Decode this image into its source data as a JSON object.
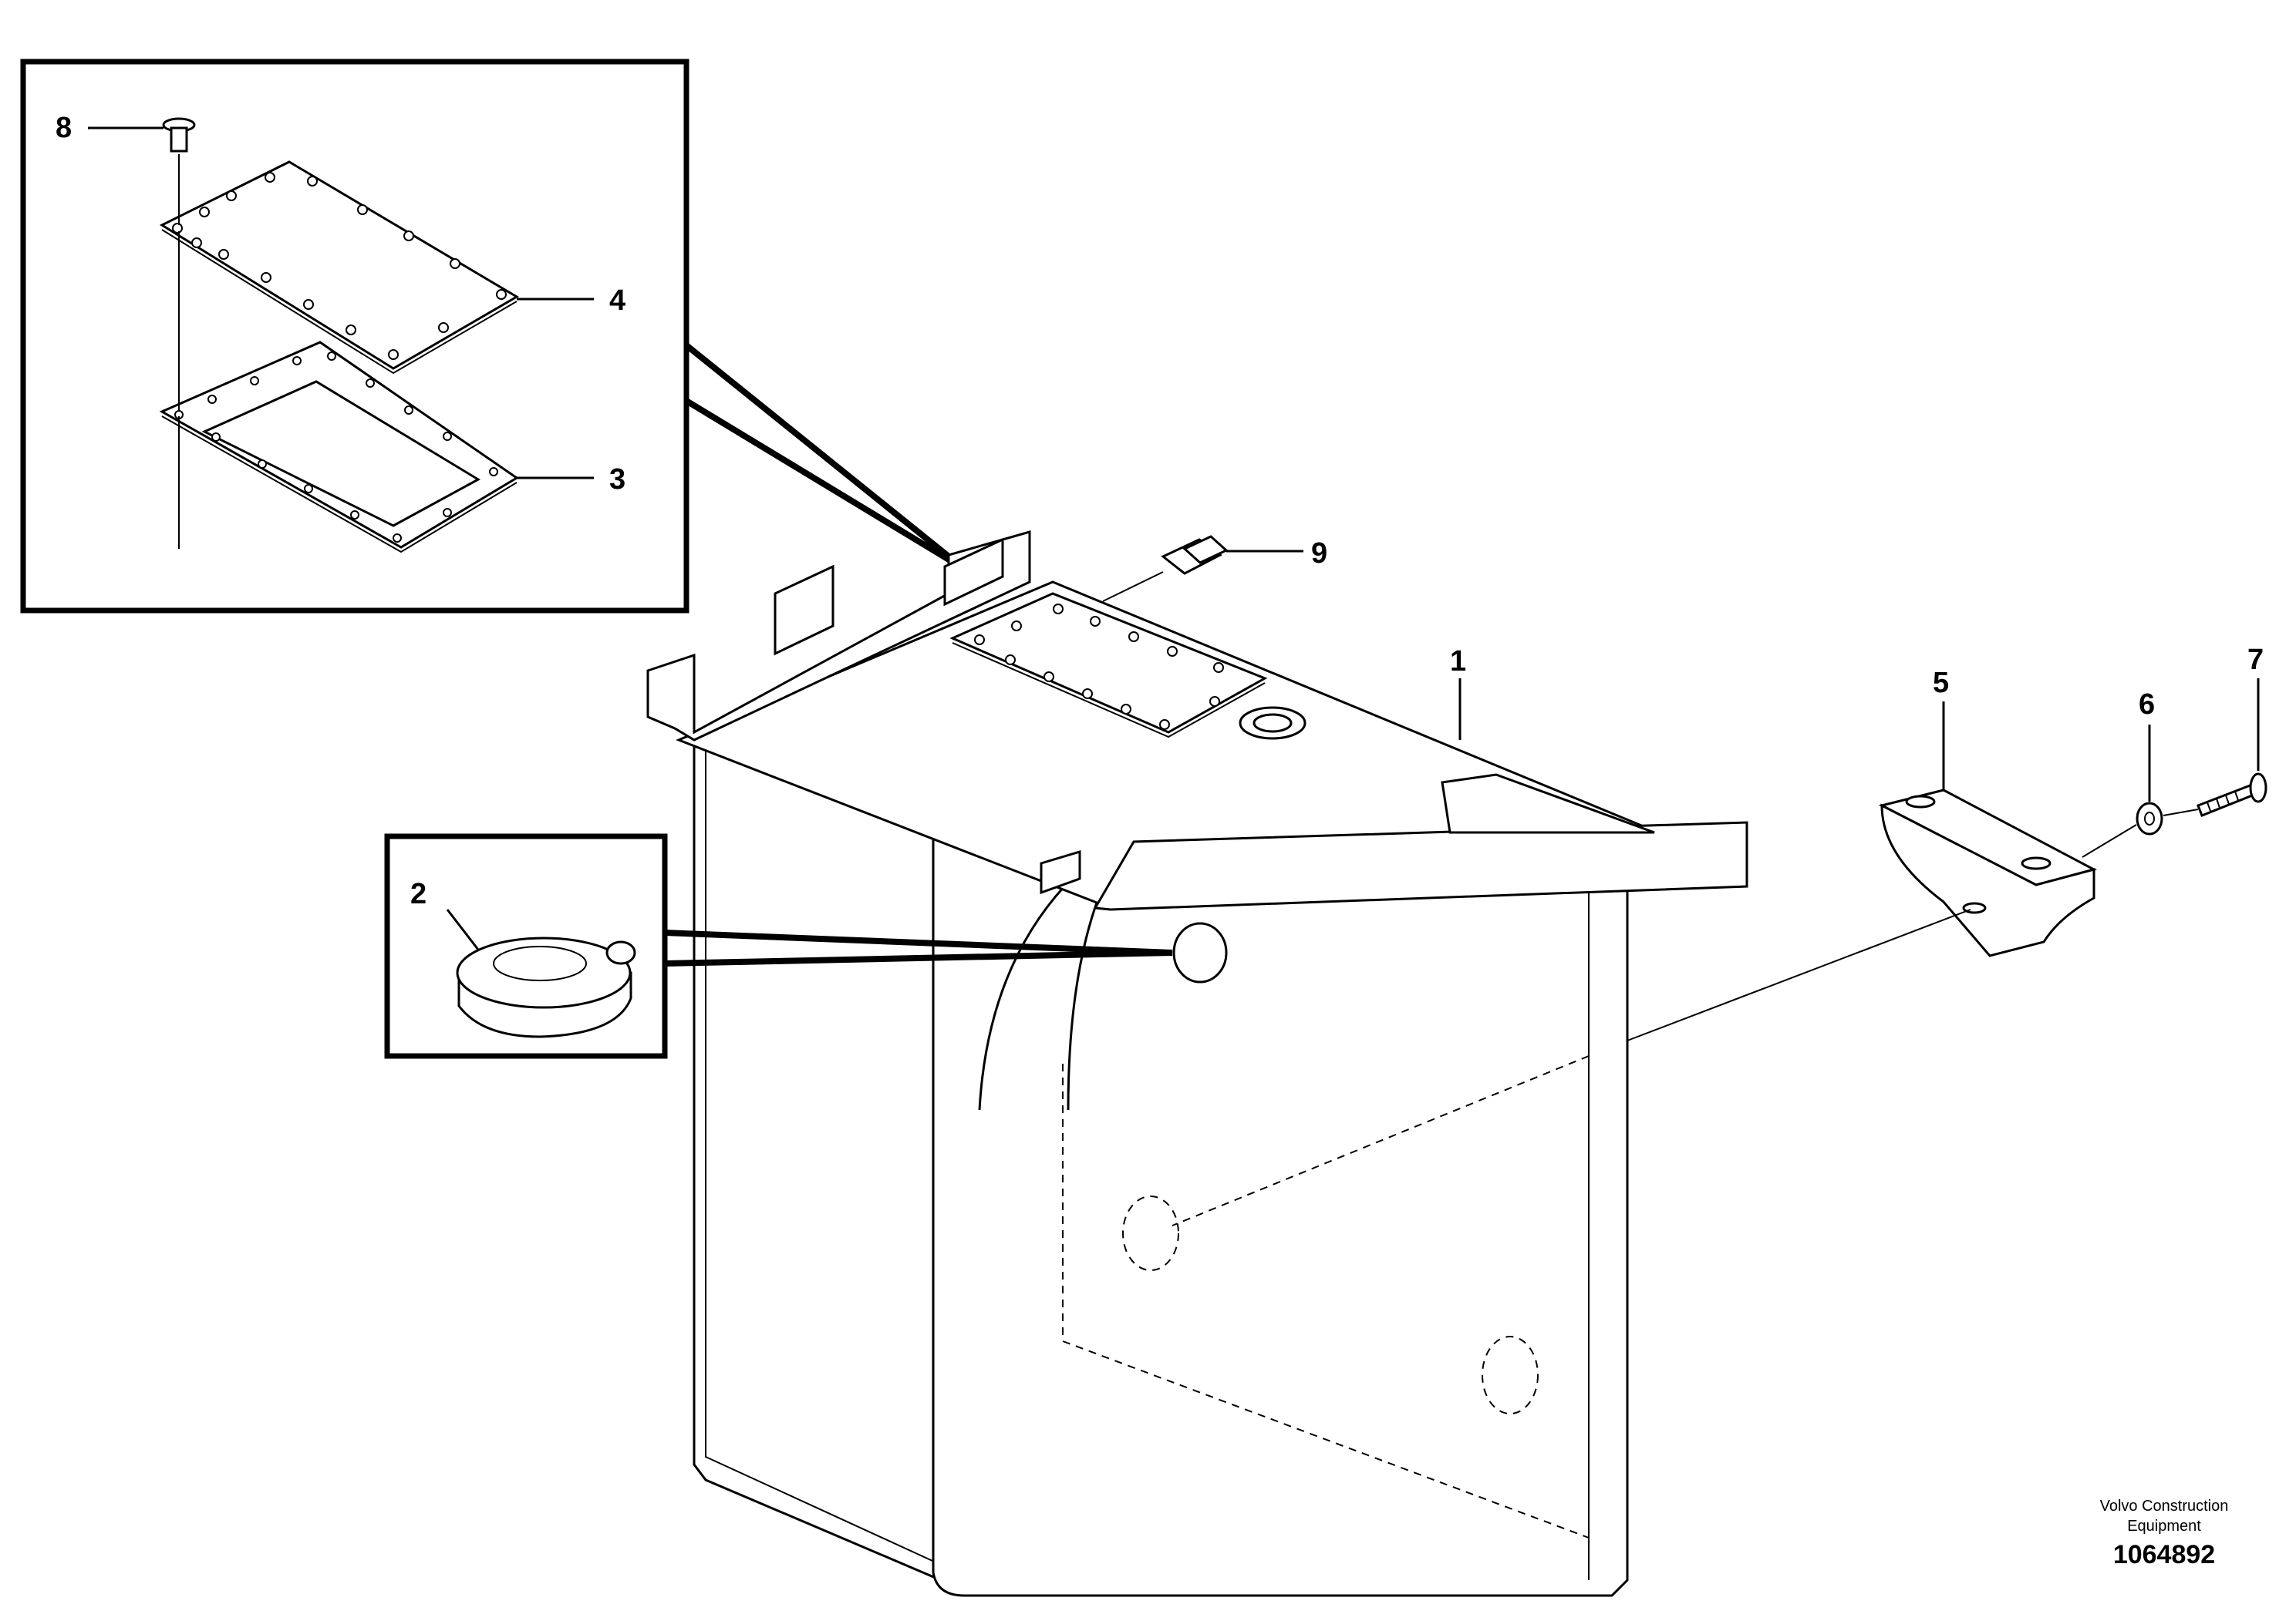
{
  "callouts": {
    "c1": "1",
    "c2": "2",
    "c3": "3",
    "c4": "4",
    "c5": "5",
    "c6": "6",
    "c7": "7",
    "c8": "8",
    "c9": "9"
  },
  "brand": {
    "line1": "Volvo Construction",
    "line2": "Equipment"
  },
  "document_number": "1064892"
}
